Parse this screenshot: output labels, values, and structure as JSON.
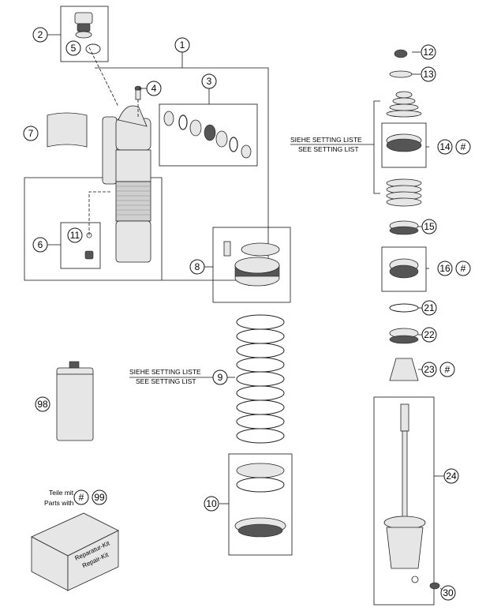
{
  "callouts": {
    "c1": "1",
    "c2": "2",
    "c3": "3",
    "c4": "4",
    "c5": "5",
    "c6": "6",
    "c7": "7",
    "c8": "8",
    "c9": "9",
    "c10": "10",
    "c11": "11",
    "c12": "12",
    "c13": "13",
    "c14": "14",
    "c15": "15",
    "c16": "16",
    "c21": "21",
    "c22": "22",
    "c23": "23",
    "c24": "24",
    "c30": "30",
    "c98": "98",
    "c99": "99"
  },
  "hash": "#",
  "setting_list": {
    "de": "SIEHE SETTING LISTE",
    "en": "SEE SETTING LIST"
  },
  "parts_note": {
    "de": "Teile mit",
    "en": "Parts with"
  },
  "kit_box": {
    "de": "Reparatur-Kit",
    "en": "Repair-Kit"
  }
}
